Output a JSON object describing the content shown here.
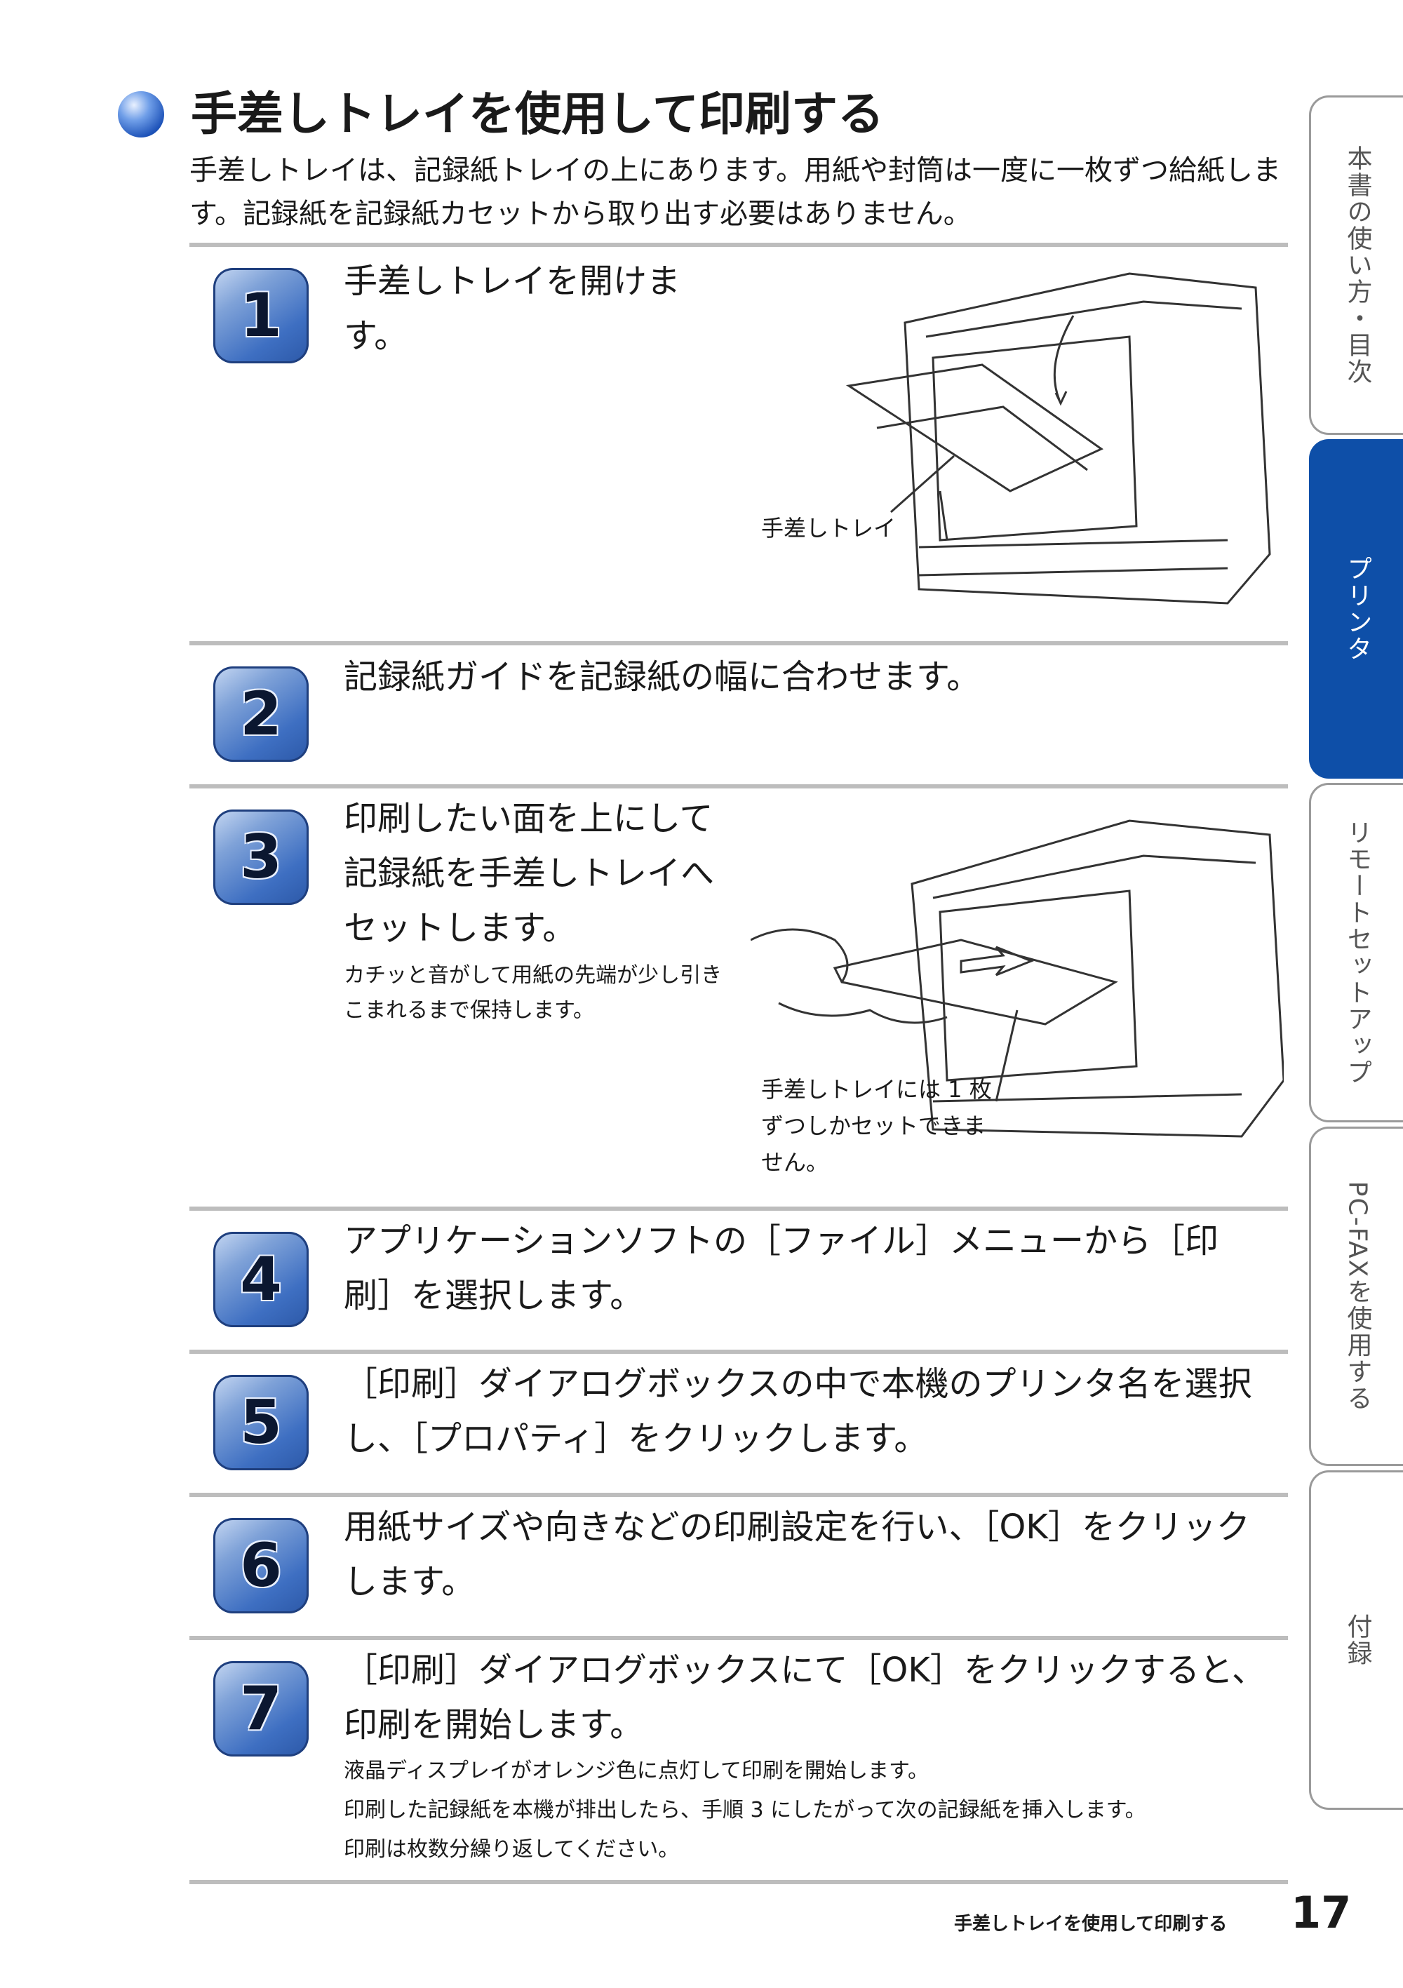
{
  "title": "手差しトレイを使用して印刷する",
  "intro": "手差しトレイは、記録紙トレイの上にあります。用紙や封筒は一度に一枚ずつ給紙します。記録紙を記録紙カセットから取り出す必要はありません。",
  "steps": [
    {
      "number": "1",
      "text": "手差しトレイを開けます。",
      "caption": "手差しトレイ"
    },
    {
      "number": "2",
      "text": "記録紙ガイドを記録紙の幅に合わせます。"
    },
    {
      "number": "3",
      "text": "印刷したい面を上にして記録紙を手差しトレイへセットします。",
      "note": "カチッと音がして用紙の先端が少し引きこまれるまで保持します。",
      "caption_lines": [
        "手差しトレイには 1 枚",
        "ずつしかセットできま",
        "せん。"
      ]
    },
    {
      "number": "4",
      "text": "アプリケーションソフトの［ファイル］メニューから［印刷］を選択します。"
    },
    {
      "number": "5",
      "text": "［印刷］ダイアログボックスの中で本機のプリンタ名を選択し、［プロパティ］をクリックします。"
    },
    {
      "number": "6",
      "text": "用紙サイズや向きなどの印刷設定を行い、［OK］をクリックします。"
    },
    {
      "number": "7",
      "text": "［印刷］ダイアログボックスにて［OK］をクリックすると、印刷を開始します。",
      "notes": [
        "液晶ディスプレイがオレンジ色に点灯して印刷を開始します。",
        "印刷した記録紙を本機が排出したら、手順 3 にしたがって次の記録紙を挿入します。",
        "印刷は枚数分繰り返してください。"
      ]
    }
  ],
  "tabs": [
    {
      "label": "本書の使い方・目次",
      "active": false
    },
    {
      "label": "プリンタ",
      "active": true
    },
    {
      "label": "リモートセットアップ",
      "active": false
    },
    {
      "label": "PC-FAXを使用する",
      "active": false
    },
    {
      "label": "付録",
      "active": false
    }
  ],
  "footer": {
    "section": "手差しトレイを使用して印刷する",
    "page": "17"
  },
  "colors": {
    "accent": "#0e4fa8",
    "rule": "#bdbdbd",
    "badge": "#3e6fc2"
  }
}
